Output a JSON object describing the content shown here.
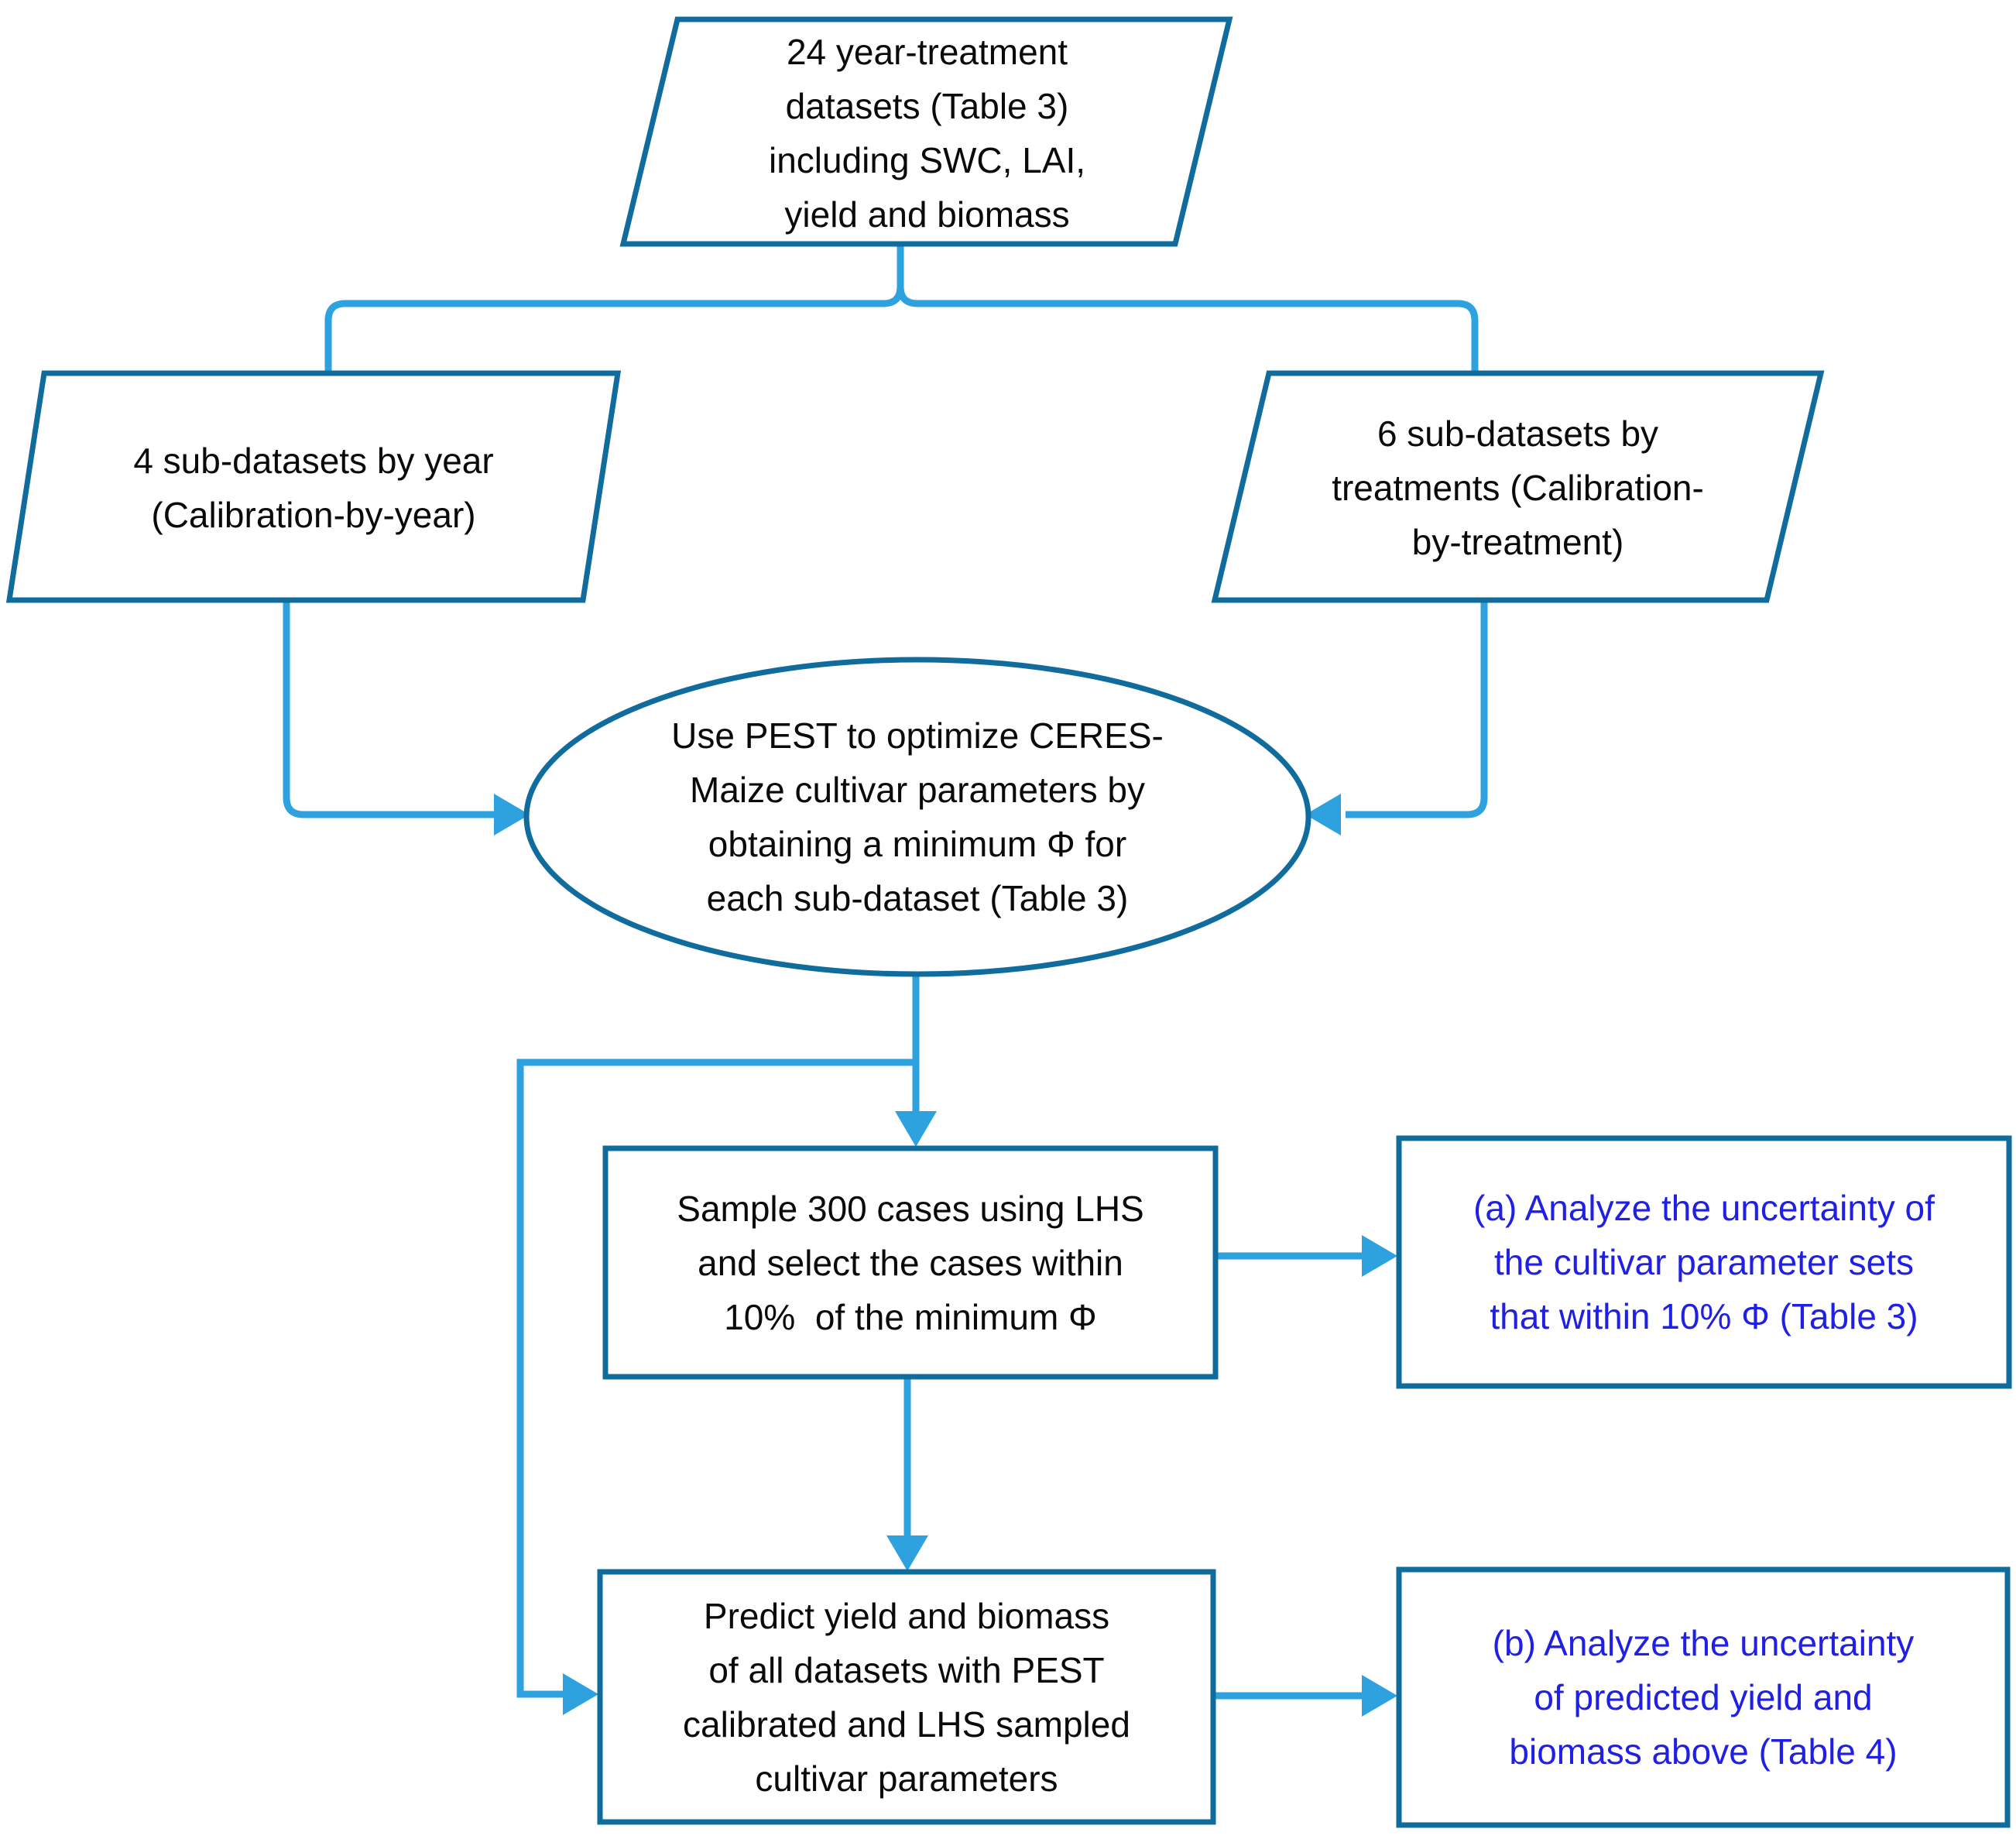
{
  "figure": {
    "type": "flowchart",
    "description": "Calibration and uncertainty-analysis workflow diagram"
  },
  "colors": {
    "shape_border": "#116c9e",
    "connector": "#2ea2de",
    "text_black": "#0a0a0a",
    "text_blue": "#1f1fe6",
    "background": "#ffffff"
  },
  "nodes": {
    "top_datasets": {
      "shape": "parallelogram",
      "text": "24 year-treatment\ndatasets (Table 3)\nincluding SWC, LAI,\nyield and biomass"
    },
    "by_year": {
      "shape": "parallelogram",
      "text": "4 sub-datasets by year\n(Calibration-by-year)"
    },
    "by_treatment": {
      "shape": "parallelogram",
      "text": "6 sub-datasets by\ntreatments (Calibration-\nby-treatment)"
    },
    "pest_optimize": {
      "shape": "ellipse",
      "text": "Use PEST to optimize CERES-\nMaize cultivar parameters by\nobtaining a minimum Φ for\neach sub-dataset (Table 3)"
    },
    "sample_lhs": {
      "shape": "rectangle",
      "text": "Sample 300 cases using LHS\nand select the cases within\n10%  of the minimum Φ"
    },
    "predict": {
      "shape": "rectangle",
      "text": "Predict yield and biomass\nof all datasets with PEST\ncalibrated and LHS sampled\ncultivar parameters"
    },
    "analyze_a": {
      "shape": "rectangle",
      "text": "(a) Analyze the uncertainty of\nthe cultivar parameter sets\nthat within 10% Φ (Table 3)"
    },
    "analyze_b": {
      "shape": "rectangle",
      "text": "(b) Analyze the uncertainty\nof predicted yield and\nbiomass above (Table 4)"
    }
  }
}
